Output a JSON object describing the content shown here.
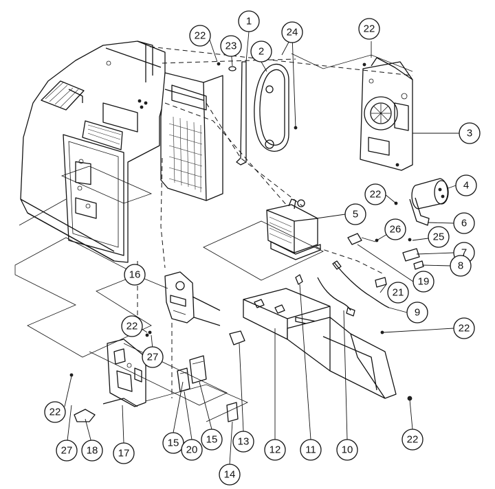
{
  "callouts": [
    {
      "id": "c1",
      "label": "1"
    },
    {
      "id": "c2",
      "label": "2"
    },
    {
      "id": "c3",
      "label": "3"
    },
    {
      "id": "c4",
      "label": "4"
    },
    {
      "id": "c5",
      "label": "5"
    },
    {
      "id": "c6",
      "label": "6"
    },
    {
      "id": "c7",
      "label": "7"
    },
    {
      "id": "c8",
      "label": "8"
    },
    {
      "id": "c9",
      "label": "9"
    },
    {
      "id": "c10",
      "label": "10"
    },
    {
      "id": "c11",
      "label": "11"
    },
    {
      "id": "c12",
      "label": "12"
    },
    {
      "id": "c13",
      "label": "13"
    },
    {
      "id": "c14",
      "label": "14"
    },
    {
      "id": "c15a",
      "label": "15"
    },
    {
      "id": "c15b",
      "label": "15"
    },
    {
      "id": "c16",
      "label": "16"
    },
    {
      "id": "c17",
      "label": "17"
    },
    {
      "id": "c18",
      "label": "18"
    },
    {
      "id": "c19",
      "label": "19"
    },
    {
      "id": "c20",
      "label": "20"
    },
    {
      "id": "c21",
      "label": "21"
    },
    {
      "id": "c22a",
      "label": "22"
    },
    {
      "id": "c22b",
      "label": "22"
    },
    {
      "id": "c22c",
      "label": "22"
    },
    {
      "id": "c22d",
      "label": "22"
    },
    {
      "id": "c22e",
      "label": "22"
    },
    {
      "id": "c22f",
      "label": "22"
    },
    {
      "id": "c22g",
      "label": "22"
    },
    {
      "id": "c23",
      "label": "23"
    },
    {
      "id": "c24",
      "label": "24"
    },
    {
      "id": "c25",
      "label": "25"
    },
    {
      "id": "c26",
      "label": "26"
    },
    {
      "id": "c27a",
      "label": "27"
    },
    {
      "id": "c27b",
      "label": "27"
    }
  ]
}
